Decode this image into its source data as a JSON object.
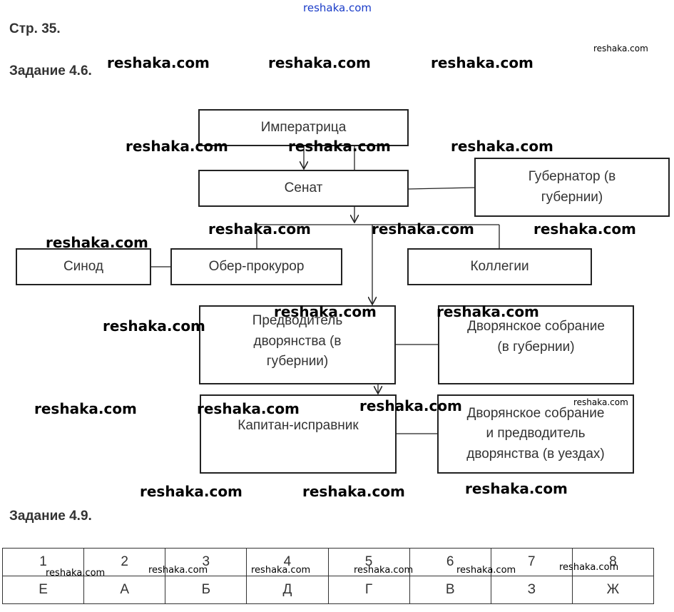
{
  "watermark_top": "reshaka.com",
  "page_label": "Стр. 35.",
  "task1_title": "Задание 4.6.",
  "task2_title": "Задание 4.9.",
  "watermark": "reshaka.com",
  "diagram": {
    "empress": "Императрица",
    "senate": "Сенат",
    "governor": [
      "Губернатор (в",
      "губернии)"
    ],
    "synod": "Синод",
    "ober": "Обер-прокурор",
    "collegia": "Коллегии",
    "marshal": [
      "Предводитель",
      "дворянства (в",
      "губернии)"
    ],
    "assembly_gub": [
      "Дворянское собрание",
      "(в губернии)"
    ],
    "captain": "Капитан-исправник",
    "assembly_uezd": [
      "Дворянское собрание",
      "и предводитель",
      "дворянства (в уездах)"
    ]
  },
  "answer_table": {
    "numbers": [
      "1",
      "2",
      "3",
      "4",
      "5",
      "6",
      "7",
      "8"
    ],
    "letters": [
      "Е",
      "А",
      "Б",
      "Д",
      "Г",
      "В",
      "З",
      "Ж"
    ]
  }
}
